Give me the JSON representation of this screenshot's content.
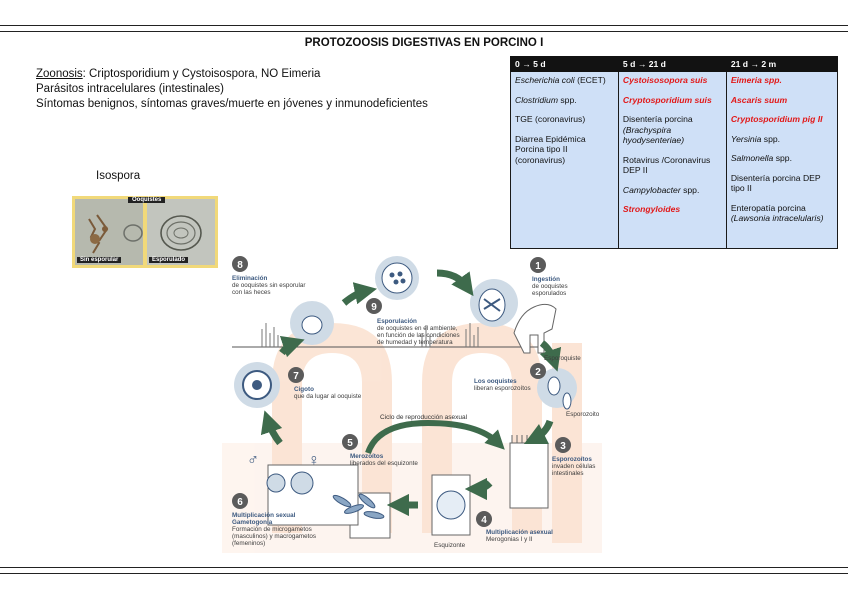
{
  "title": "PROTOZOOSIS DIGESTIVAS EN PORCINO I",
  "intro": {
    "line1_label": "Zoonosis",
    "line1_rest": ": Criptosporidium y Cystoisospora, NO Eimeria",
    "line2": "Parásitos intracelulares (intestinales)",
    "line3": "Síntomas benignos, síntomas graves/muerte en jóvenes y inmunodeficientes"
  },
  "isospora_label": "Isospora",
  "micrograph": {
    "header": "Ooquistes",
    "left_label": "Sin esporular",
    "right_label": "Esporulado"
  },
  "age_table": {
    "headers": [
      "0 → 5 d",
      "5 d → 21 d",
      "21 d → 2 m"
    ],
    "columns": [
      [
        {
          "text": "Escherichia coli (ECET)",
          "style": "mixed1"
        },
        {
          "text": "Clostridium spp.",
          "style": "mixed2"
        },
        {
          "text": "TGE (coronavirus)",
          "style": "plain"
        },
        {
          "text": "Diarrea Epidémica Porcina tipo II (coronavirus)",
          "style": "plain"
        }
      ],
      [
        {
          "text": "Cystoisosopora suis",
          "style": "red"
        },
        {
          "text": "Cryptosporidium suis",
          "style": "red"
        },
        {
          "text": "Disentería porcina (Brachyspira hyodysenteriae)",
          "style": "plain"
        },
        {
          "text": "Rotavirus /Coronavirus DEP II",
          "style": "plain"
        },
        {
          "text": "Campylobacter spp.",
          "style": "plain"
        },
        {
          "text": "Strongyloides",
          "style": "red"
        }
      ],
      [
        {
          "text": "Eimeria spp.",
          "style": "red"
        },
        {
          "text": "Ascaris suum",
          "style": "red"
        },
        {
          "text": "Cryptosporidium pig II",
          "style": "red"
        },
        {
          "text": "Yersinia spp.",
          "style": "plain"
        },
        {
          "text": "Salmonella spp.",
          "style": "plain"
        },
        {
          "text": "Disentería porcina DEP tipo II",
          "style": "plain"
        },
        {
          "text": "Enteropatía porcina (Lawsonia intracelularis)",
          "style": "plain"
        }
      ]
    ],
    "col1": {
      "ecoli_it": "Escherichia coli",
      "ecoli_rest": " (ECET)",
      "clos_it": "Clostridium",
      "clos_rest": " spp.",
      "tge": "TGE (coronavirus)",
      "dep": "Diarrea Epidémica Porcina tipo II (coronavirus)"
    },
    "col2": {
      "cysto": "Cystoisosopora suis",
      "crypto": "Cryptosporidium suis",
      "dis_a": "Disentería porcina",
      "dis_b": "(Brachyspira hyodysenteriae)",
      "rota": "Rotavirus /Coronavirus DEP II",
      "campy_it": "Campylobacter",
      "campy_rest": " spp.",
      "strongy": "Strongyloides"
    },
    "col3": {
      "eimeria": "Eimeria spp.",
      "ascaris": "Ascaris suum",
      "cryptopig": "Cryptosporidium pig II",
      "yers_it": "Yersinia",
      "yers_rest": " spp.",
      "salm_it": "Salmonella",
      "salm_rest": " spp.",
      "dis": "Disentería porcina DEP tipo II",
      "ent_a": "Enteropatía porcina",
      "ent_b": "(Lawsonia intracelularis)"
    }
  },
  "lifecycle": {
    "colors": {
      "arrow": "#3e6b4c",
      "circle": "#3d5a80",
      "accent": "#f4b48a",
      "cell": "#cfdbe6"
    },
    "center": "Ciclo de reproducción asexual",
    "s1": {
      "n": "1",
      "title": "Ingestión",
      "d1": "de ooquistes",
      "d2": "esporulados"
    },
    "s2": {
      "n": "2",
      "title": "Los ooquistes",
      "d1": "liberan esporozoítos",
      "tag_a": "Esporoquiste",
      "tag_b": "Esporozoito"
    },
    "s3": {
      "n": "3",
      "title": "Esporozoítos",
      "d1": "invaden células",
      "d2": "intestinales"
    },
    "s4": {
      "n": "4",
      "title": "Multiplicación asexual",
      "d1": "Merogonias I y II",
      "tag": "Esquizonte"
    },
    "s5": {
      "n": "5",
      "title": "Merozoítos",
      "d1": "liberados del esquizonte"
    },
    "s6": {
      "n": "6",
      "title": "Multiplicación sexual",
      "title2": "Gametogonia",
      "d1": "Formación de microgametos",
      "d2": "(masculinos) y macrogametos",
      "d3": "(femeninos)"
    },
    "s7": {
      "n": "7",
      "title": "Cigoto",
      "d1": "que da lugar al ooquiste"
    },
    "s8": {
      "n": "8",
      "title": "Eliminación",
      "d1": "de ooquistes sin esporular",
      "d2": "con las heces"
    },
    "s9": {
      "n": "9",
      "title": "Esporulación",
      "d1": "de ooquistes en el ambiente,",
      "d2": "en función de las condiciones",
      "d3": "de humedad y temperatura"
    }
  }
}
